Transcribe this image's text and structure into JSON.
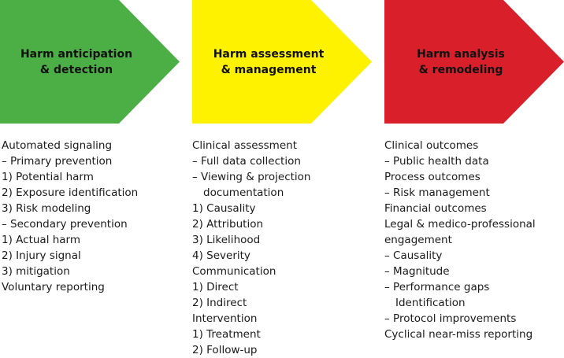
{
  "colors": {
    "green": "#4caf45",
    "yellow": "#fef200",
    "red": "#d9202a"
  },
  "stages": [
    {
      "title_line1": "Harm anticipation",
      "title_line2": "& detection",
      "color": "#4caf45",
      "items": [
        "Automated signaling",
        "– Primary prevention",
        "1) Potential harm",
        "2) Exposure identification",
        "3) Risk modeling",
        "– Secondary prevention",
        "1) Actual harm",
        "2) Injury signal",
        "3) mitigation",
        "Voluntary reporting"
      ]
    },
    {
      "title_line1": "Harm assessment",
      "title_line2": "& management",
      "color": "#fef200",
      "items": [
        "Clinical assessment",
        "– Full data collection",
        "– Viewing & projection",
        "documentation",
        "1) Causality",
        "2) Attribution",
        "3) Likelihood",
        "4) Severity",
        "Communication",
        "1) Direct",
        "2) Indirect",
        "Intervention",
        "1) Treatment",
        "2) Follow-up"
      ]
    },
    {
      "title_line1": "Harm analysis",
      "title_line2": "& remodeling",
      "color": "#d9202a",
      "items": [
        "Clinical outcomes",
        "– Public health data",
        "Process outcomes",
        "– Risk management",
        "Financial outcomes",
        "Legal & medico-professional",
        "engagement",
        "– Causality",
        "– Magnitude",
        "– Performance gaps",
        "Identification",
        "– Protocol improvements",
        "Cyclical near-miss reporting"
      ]
    }
  ]
}
